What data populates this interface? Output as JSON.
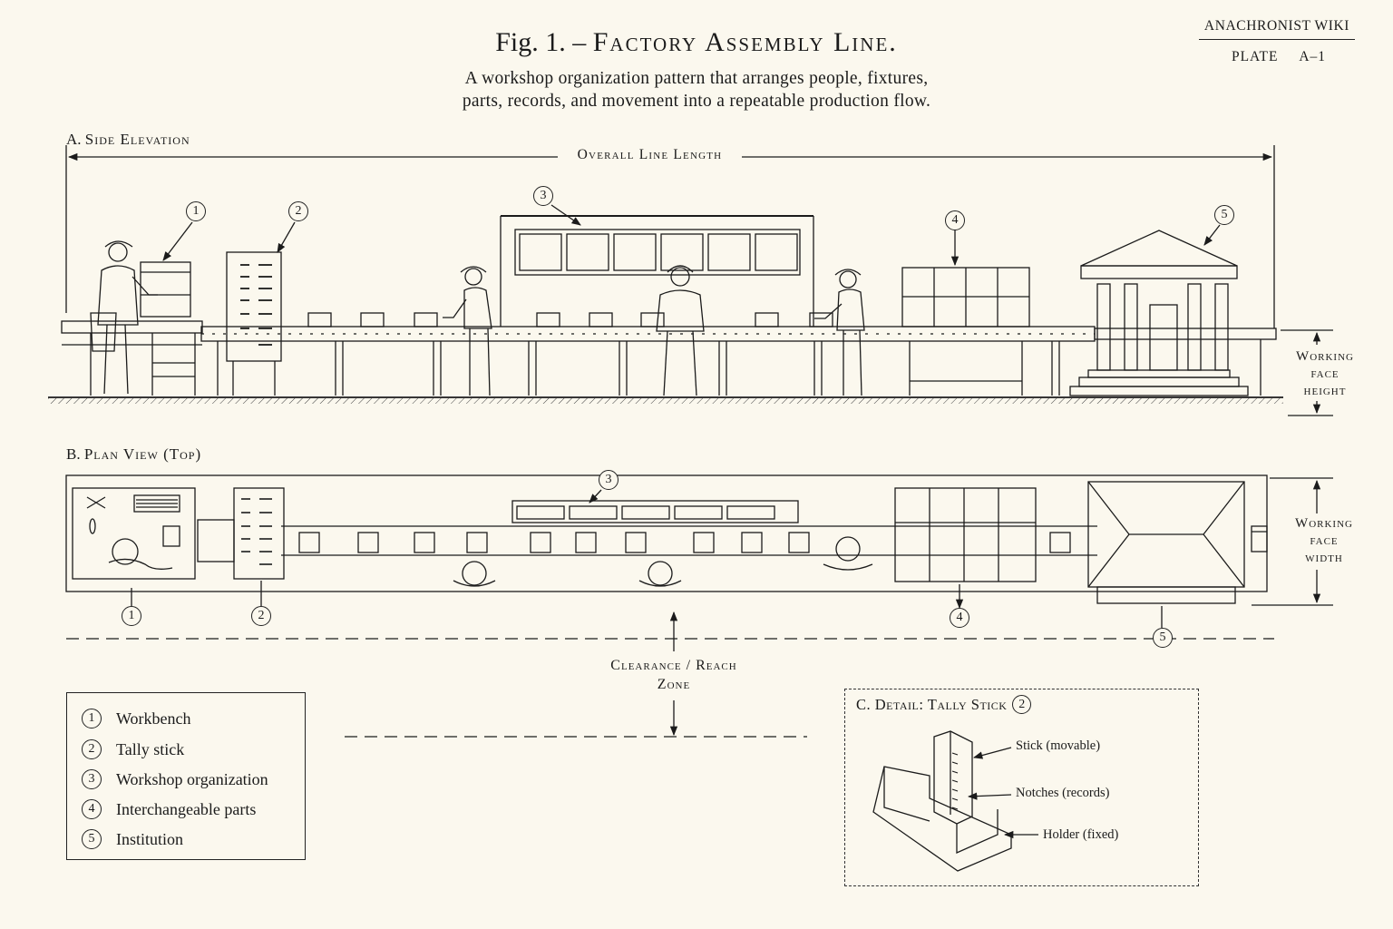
{
  "header": {
    "title_prefix": "Fig. 1. –",
    "title_main": "Factory Assembly Line.",
    "subtitle_line1": "A workshop organization pattern that arranges people, fixtures,",
    "subtitle_line2": "parts, records, and movement into a repeatable production flow.",
    "brand": "ANACHRONIST WIKI",
    "plate_label": "PLATE",
    "plate_number": "A–1"
  },
  "side_elevation": {
    "section_label": "A.",
    "section_title": "Side Elevation",
    "dimension_label": "Overall Line Length",
    "height_label_line1": "Working",
    "height_label_line2": "face",
    "height_label_line3": "height",
    "callouts": [
      "1",
      "2",
      "3",
      "4",
      "5"
    ]
  },
  "plan_view": {
    "section_label": "B.",
    "section_title": "Plan View (Top)",
    "width_label_line1": "Working",
    "width_label_line2": "face",
    "width_label_line3": "width",
    "clearance_line1": "Clearance / Reach",
    "clearance_line2": "Zone",
    "callouts": [
      "1",
      "2",
      "3",
      "4",
      "5"
    ]
  },
  "legend": {
    "items": [
      {
        "num": "1",
        "label": "Workbench"
      },
      {
        "num": "2",
        "label": "Tally stick"
      },
      {
        "num": "3",
        "label": "Workshop organization"
      },
      {
        "num": "4",
        "label": "Interchangeable parts"
      },
      {
        "num": "5",
        "label": "Institution"
      }
    ]
  },
  "detail": {
    "title": "C. Detail: Tally Stick",
    "title_num": "2",
    "callouts": {
      "stick": "Stick (movable)",
      "notches": "Notches (records)",
      "holder": "Holder (fixed)"
    }
  }
}
